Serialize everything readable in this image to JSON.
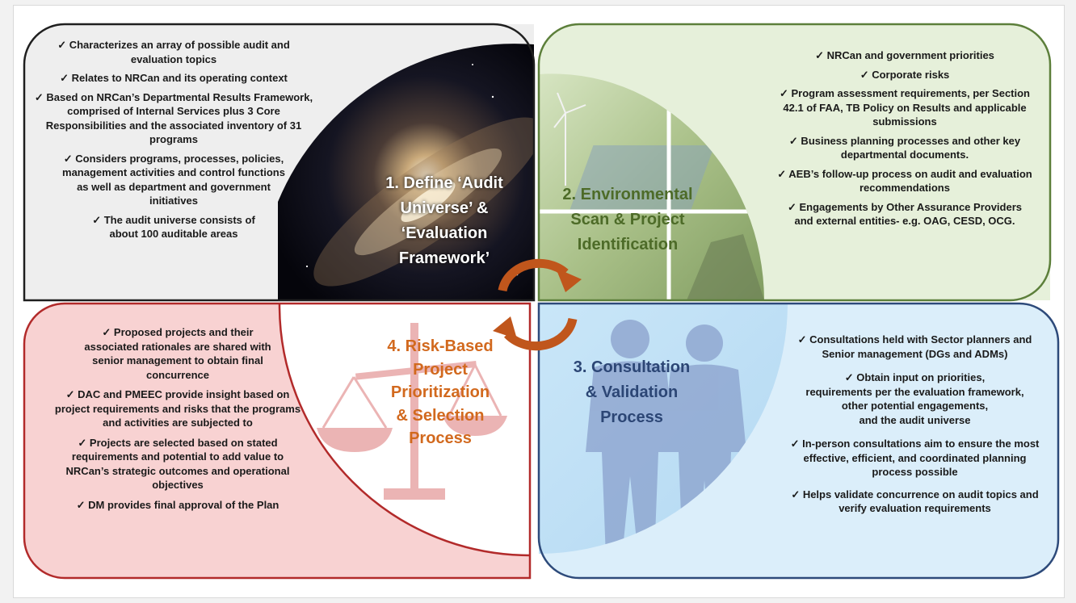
{
  "colors": {
    "q1_fill": "#eeeeee",
    "q1_border": "#1f1f1f",
    "q2_fill": "#e6f0da",
    "q2_border": "#5c7f3a",
    "q3_fill": "#dbeefa",
    "q3_border": "#2d4a7a",
    "q4_fill": "#f8d2d2",
    "q4_border": "#b22a2a",
    "title1": "#ffffff",
    "title2": "#4d6b28",
    "title3": "#2c4675",
    "title4": "#d2691e",
    "arrow": "#c0561c"
  },
  "icons": [
    "galaxy-image",
    "wind-solar-image",
    "silhouettes-image",
    "scale-image",
    "cycle-arrows-icon"
  ],
  "q1": {
    "title": "1. Define ‘Audit\nUniverse’ &\n‘Evaluation\nFramework’",
    "items": [
      "✓ Characterizes an array of possible audit and\nevaluation topics",
      "✓ Relates to NRCan and its operating context",
      "✓ Based on NRCan’s Departmental Results Framework,\ncomprised of Internal Services plus 3 Core\nResponsibilities and the associated inventory of 31\nprograms",
      "✓ Considers programs, processes, policies,\nmanagement activities and control functions\nas well as department and government\ninitiatives",
      "✓ The audit universe consists of\nabout 100 auditable areas"
    ]
  },
  "q2": {
    "title": "2. Environmental\nScan & Project\nIdentification",
    "items": [
      "✓ NRCan and government priorities",
      "✓ Corporate risks",
      "✓ Program assessment requirements, per Section\n42.1 of FAA, TB Policy on Results and applicable\nsubmissions",
      "✓ Business planning processes and other key\ndepartmental documents.",
      "✓ AEB’s follow-up process on audit and evaluation\nrecommendations",
      "✓ Engagements by Other Assurance Providers\nand external entities- e.g. OAG, CESD, OCG."
    ]
  },
  "q3": {
    "title": "3. Consultation\n& Validation\nProcess",
    "items": [
      "✓ Consultations held with Sector planners and\nSenior management (DGs and ADMs)",
      "✓ Obtain input on priorities,\nrequirements per the evaluation framework,\nother potential engagements,\nand the audit universe",
      "✓ In-person consultations aim to ensure the most\neffective, efficient, and coordinated planning\nprocess possible",
      "✓ Helps validate concurrence on audit topics and\nverify evaluation requirements"
    ]
  },
  "q4": {
    "title": "4. Risk-Based\nProject\nPrioritization\n& Selection\nProcess",
    "items": [
      "✓ Proposed projects and their\nassociated rationales are shared with\nsenior management to obtain final\nconcurrence",
      "✓ DAC and PMEEC provide insight based on\nproject requirements and risks that the programs\nand activities are subjected to",
      "✓ Projects are selected based on stated\nrequirements and potential to add value to\nNRCan’s strategic outcomes and operational\nobjectives",
      "✓ DM provides final approval of the Plan"
    ]
  }
}
